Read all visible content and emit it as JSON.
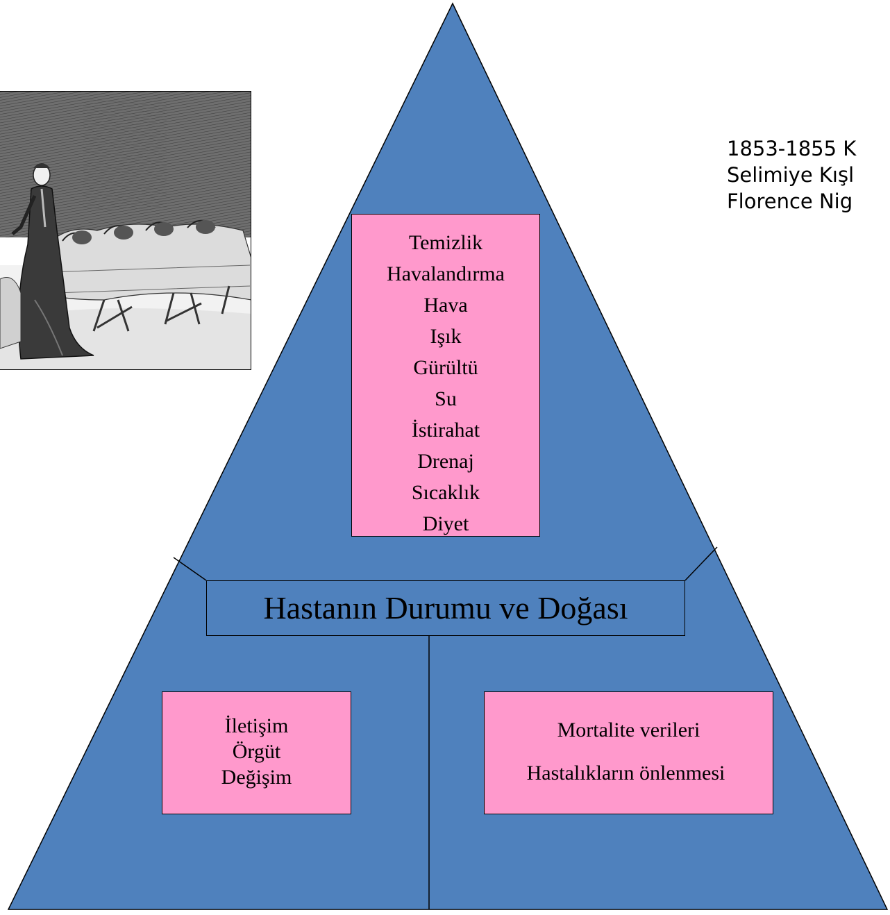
{
  "colors": {
    "triangle_fill": "#4f81bd",
    "box_fill": "#ff99cc",
    "stroke": "#000000"
  },
  "environment_factors": [
    "Temizlik",
    "Havalandırma",
    "Hava",
    "Işık",
    "Gürültü",
    "Su",
    "İstirahat",
    "Drenaj",
    "Sıcaklık",
    "Diyet"
  ],
  "center_label": "Hastanın Durumu ve Doğası",
  "left_box": [
    "İletişim",
    "Örgüt",
    "Değişim"
  ],
  "right_box": [
    "Mortalite verileri",
    "Hastalıkların önlenmesi"
  ],
  "caption_lines": [
    "1853-1855 K",
    "Selimiye Kışl",
    "Florence Nig"
  ],
  "photo": {
    "icon": "engraving-nurse-with-patients-icon"
  }
}
